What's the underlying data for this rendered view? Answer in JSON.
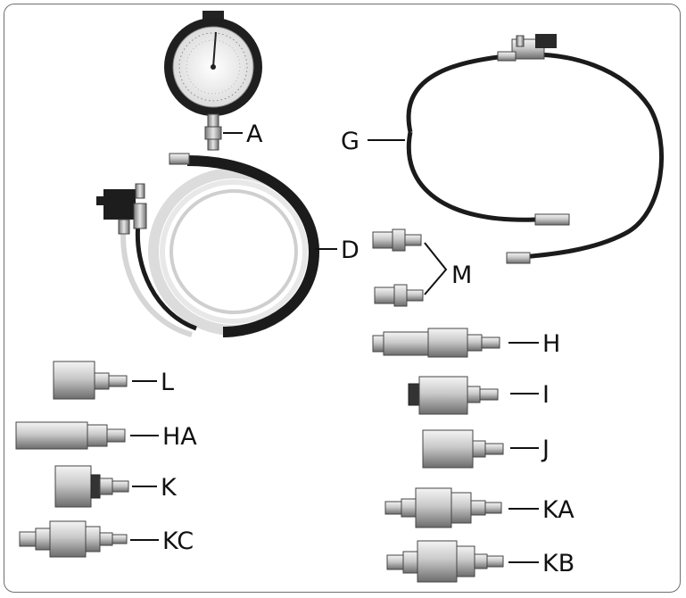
{
  "labels": {
    "A": "A",
    "G": "G",
    "D": "D",
    "M": "M",
    "H": "H",
    "L": "L",
    "I": "I",
    "HA": "HA",
    "J": "J",
    "K": "K",
    "KA": "KA",
    "KC": "KC",
    "KB": "KB"
  },
  "colors": {
    "metal_light": "#e2e2e2",
    "metal_mid": "#a9a9a9",
    "metal_dark": "#555555",
    "hose": "#1b1b1b",
    "tube": "#d9d9d9",
    "gauge_bezel": "#1f1f1f"
  }
}
